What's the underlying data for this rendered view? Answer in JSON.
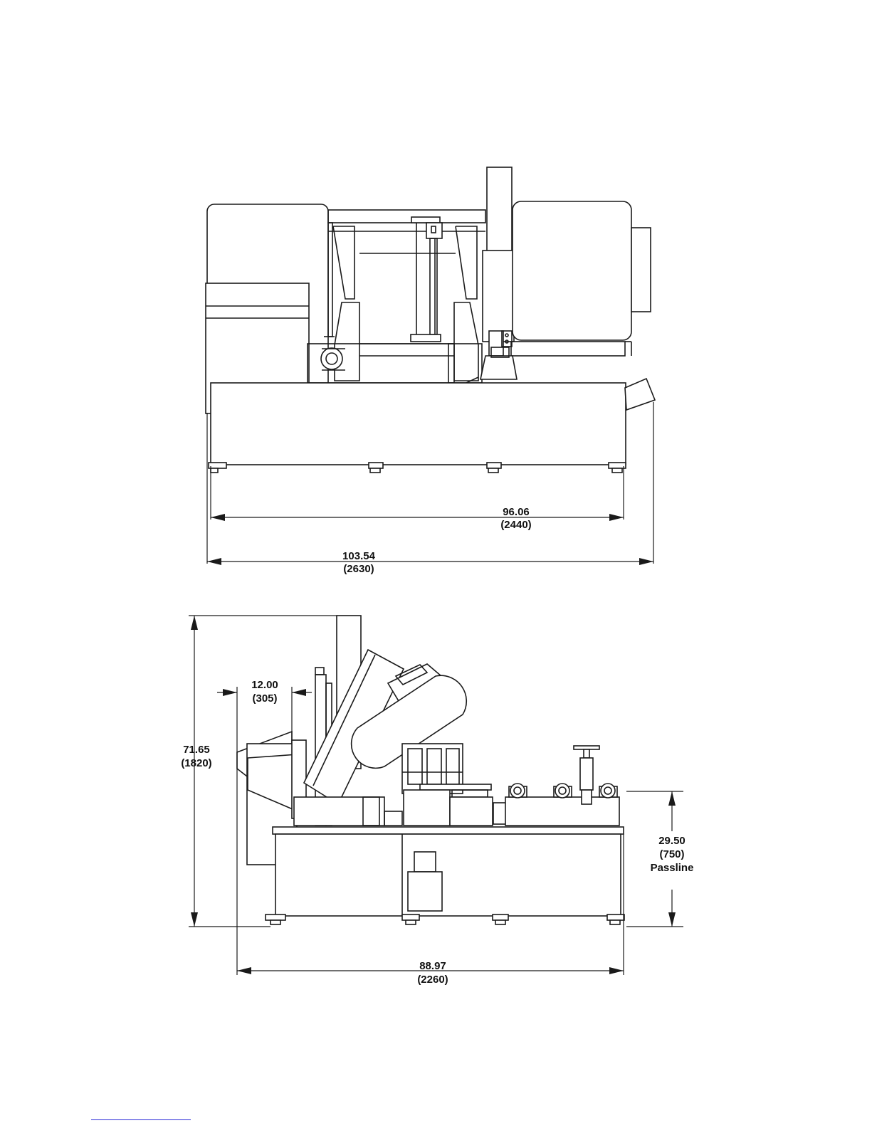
{
  "top_view": {
    "dim_inner": {
      "value": "96.06",
      "metric": "(2440)"
    },
    "dim_outer": {
      "value": "103.54",
      "metric": "(2630)"
    }
  },
  "side_view": {
    "dim_height": {
      "value": "71.65",
      "metric": "(1820)"
    },
    "dim_offset": {
      "value": "12.00",
      "metric": "(305)"
    },
    "dim_passline": {
      "value": "29.50",
      "metric": "(750)",
      "label": "Passline"
    },
    "dim_width": {
      "value": "88.97",
      "metric": "(2260)"
    }
  },
  "colors": {
    "line": "#1a1a1a",
    "footer_link": "#2b2bd8"
  }
}
